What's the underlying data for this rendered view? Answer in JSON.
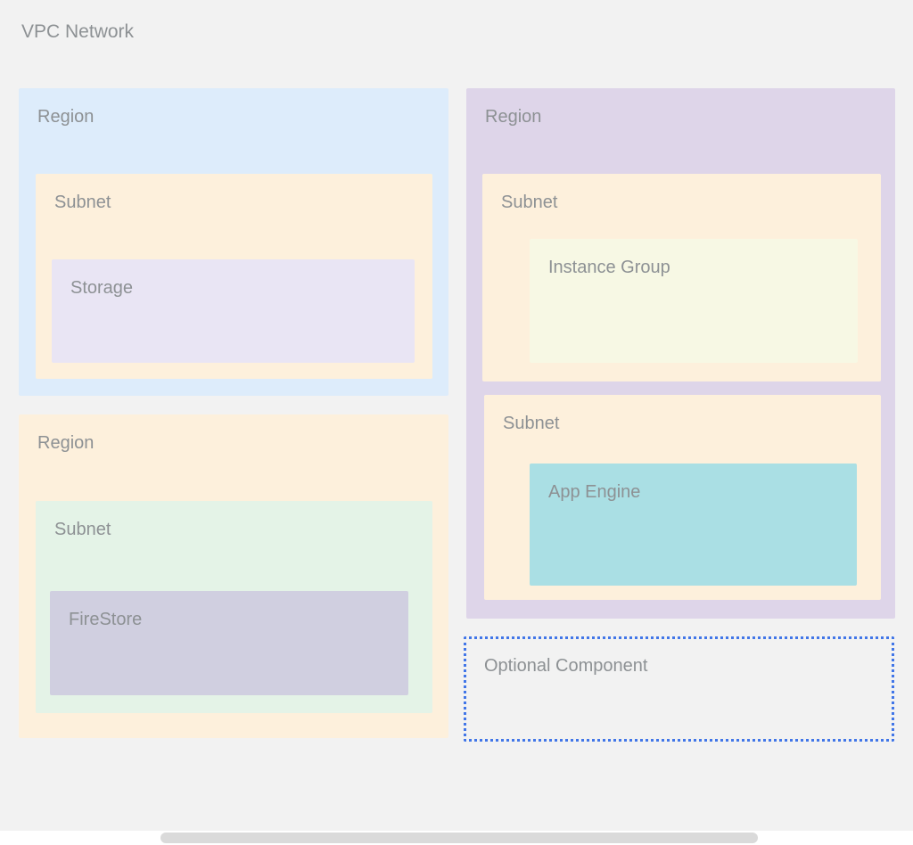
{
  "diagram": {
    "title": "VPC Network",
    "regions": {
      "top_left": {
        "label": "Region",
        "subnet": {
          "label": "Subnet",
          "component": {
            "label": "Storage"
          }
        }
      },
      "top_right": {
        "label": "Region",
        "subnet_top": {
          "label": "Subnet",
          "component": {
            "label": "Instance Group"
          }
        },
        "subnet_bottom": {
          "label": "Subnet",
          "component": {
            "label": "App Engine"
          }
        }
      },
      "bottom_left": {
        "label": "Region",
        "subnet": {
          "label": "Subnet",
          "component": {
            "label": "FireStore"
          }
        }
      }
    },
    "optional": {
      "label": "Optional Component"
    },
    "colors": {
      "canvas_bg": "#f2f2f2",
      "region_blue": "#ddecfb",
      "region_purple": "#ded5e9",
      "region_cream": "#fdf0dc",
      "subnet_cream": "#fdf0dc",
      "subnet_green": "#e4f3e7",
      "storage_lavender": "#e9e5f4",
      "firestore_lavender": "#d0cfe0",
      "instance_group_yellow": "#f7f8e4",
      "app_engine_teal": "#aadfe4",
      "optional_border_blue": "#4176e8",
      "label_gray": "#8d9194"
    }
  }
}
